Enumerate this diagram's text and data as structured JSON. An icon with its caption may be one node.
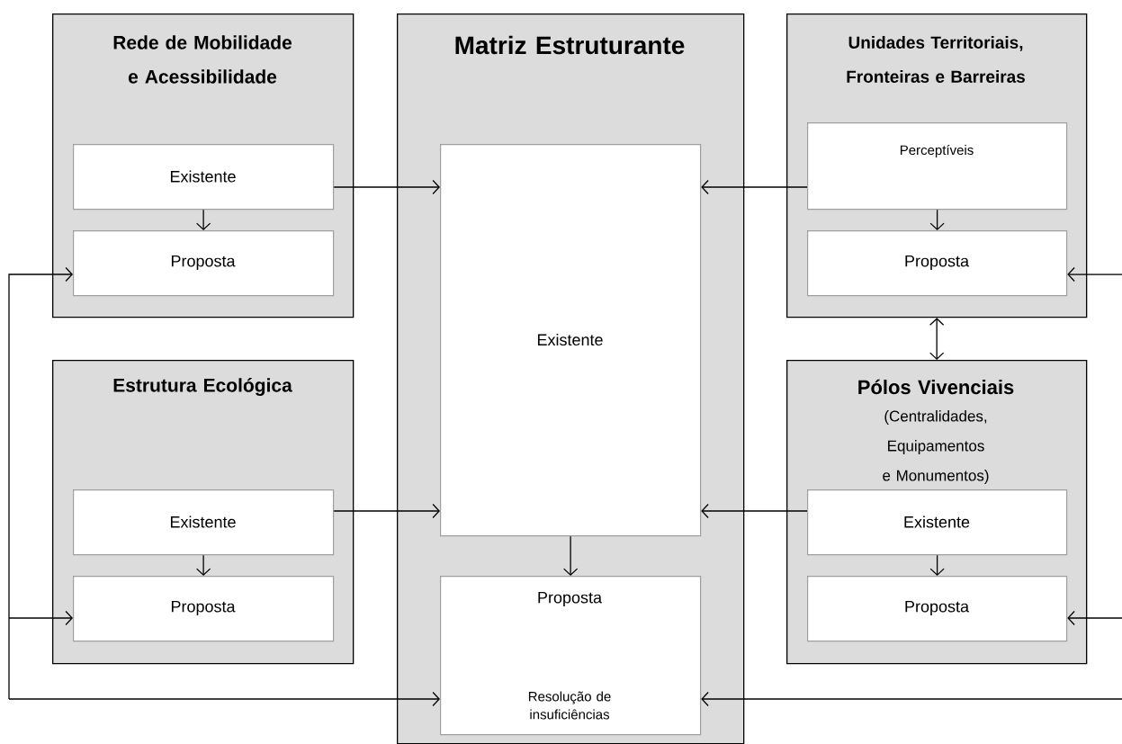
{
  "diagram": {
    "nodes": [
      {
        "text": [
          "Rede de Mobilidade e Acessibilidade"
        ]
      },
      {
        "text": [
          "Existente"
        ],
        "in": 0
      },
      {
        "text": [
          "Proposta"
        ],
        "in": 0
      },
      {
        "text": [
          "Matriz Estruturante"
        ]
      },
      {
        "text": [
          "Existente"
        ],
        "in": 3
      },
      {
        "text": [
          "Proposta",
          "Resolução de insuficiências"
        ],
        "in": 3
      },
      {
        "text": [
          "Unidades Territoriais, Fronteiras e Barreiras"
        ]
      },
      {
        "text": [
          "Perceptíveis"
        ],
        "in": 6
      },
      {
        "text": [
          "Proposta"
        ],
        "in": 6
      },
      {
        "text": [
          "Estrutura Ecológica"
        ]
      },
      {
        "text": [
          "Existente"
        ],
        "in": 9
      },
      {
        "text": [
          "Proposta"
        ],
        "in": 9
      },
      {
        "text": [
          "Pólos Vivenciais",
          "(Centralidades, Equipamentos e Monumentos)"
        ]
      },
      {
        "text": [
          "Existente"
        ],
        "in": 12
      },
      {
        "text": [
          "Proposta"
        ],
        "in": 12
      }
    ],
    "edges": [
      {
        "from": 1,
        "to": 2,
        "arrow": "to"
      },
      {
        "from": 4,
        "to": 5,
        "arrow": "to"
      },
      {
        "from": 7,
        "to": 8,
        "arrow": "to"
      },
      {
        "from": 10,
        "to": 11,
        "arrow": "to"
      },
      {
        "from": 13,
        "to": 14,
        "arrow": "to"
      },
      {
        "from": 1,
        "to": 4,
        "arrow": "to"
      },
      {
        "from": 10,
        "to": 4,
        "arrow": "to"
      },
      {
        "from": 7,
        "to": 4,
        "arrow": "to"
      },
      {
        "from": 13,
        "to": 4,
        "arrow": "to"
      },
      {
        "from": 6,
        "to": 12,
        "arrow": "both"
      },
      {
        "from": null,
        "to": 2,
        "arrow": "to"
      },
      {
        "from": null,
        "to": 11,
        "arrow": "to"
      },
      {
        "from": null,
        "to": 5,
        "arrow": "to"
      },
      {
        "from": null,
        "to": 8,
        "arrow": "to"
      },
      {
        "from": null,
        "to": 14,
        "arrow": "to"
      },
      {
        "from": null,
        "to": 5,
        "arrow": "to"
      }
    ]
  }
}
